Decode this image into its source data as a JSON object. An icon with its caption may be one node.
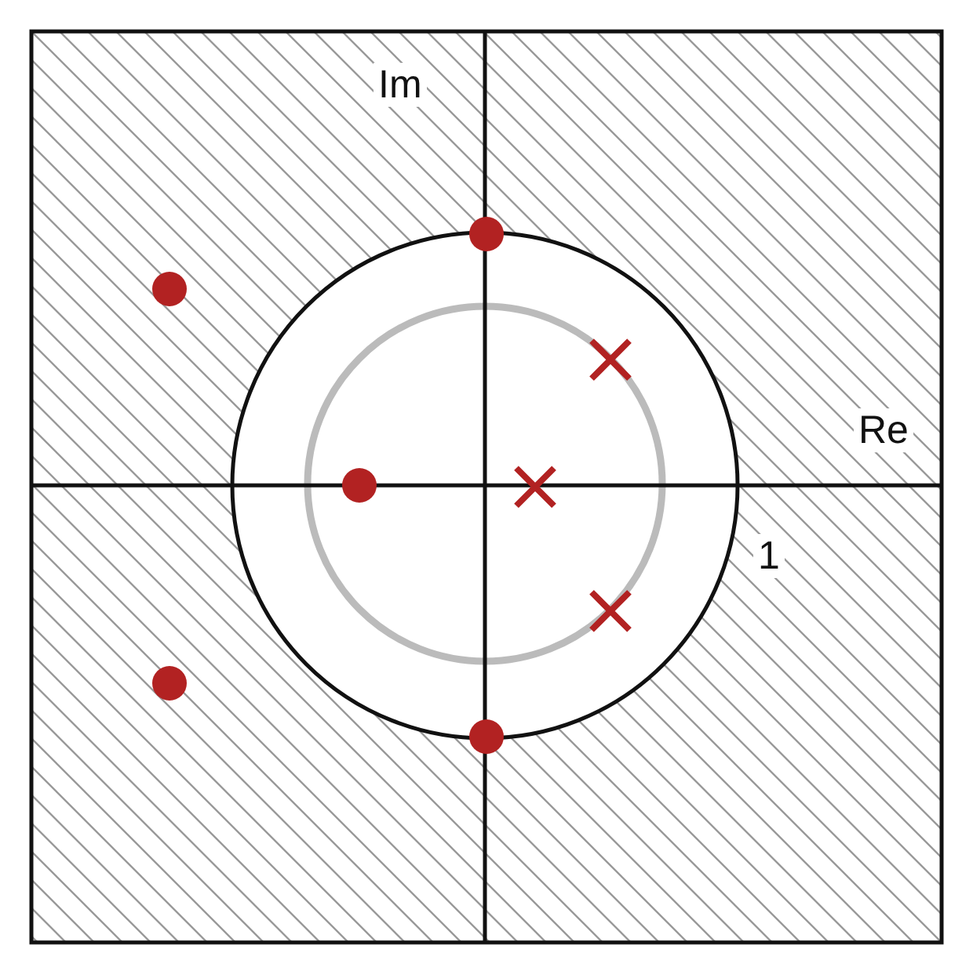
{
  "diagram": {
    "labels": [
      "Im",
      "Re",
      "1"
    ]
  }
}
